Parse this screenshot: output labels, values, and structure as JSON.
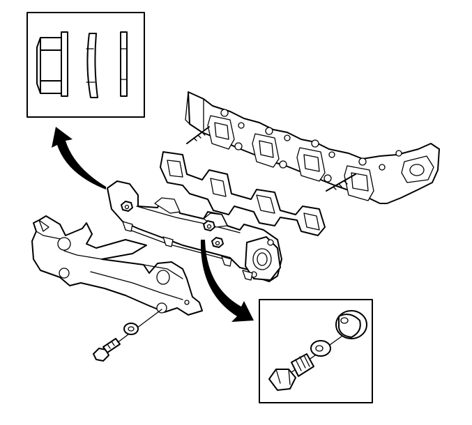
{
  "figure": {
    "type": "exploded-parts-illustration",
    "colors": {
      "line": "#000000",
      "background": "#ffffff"
    },
    "parts": [
      "cylinder-head",
      "exhaust-manifold-gasket",
      "exhaust-manifold",
      "exhaust-manifold-heat-shield",
      "heat-shield-bolt",
      "heat-shield-washer",
      "manifold-stud",
      "manifold-nut"
    ],
    "insets": [
      {
        "id": "detail-nut-spacer-washer",
        "parts": [
          "flanged-nut",
          "spacer",
          "washer"
        ]
      },
      {
        "id": "detail-bolt-washers",
        "parts": [
          "bolt",
          "washer",
          "grommet"
        ]
      }
    ],
    "arrows": [
      "arrow-to-top-inset",
      "arrow-to-bottom-inset"
    ]
  }
}
